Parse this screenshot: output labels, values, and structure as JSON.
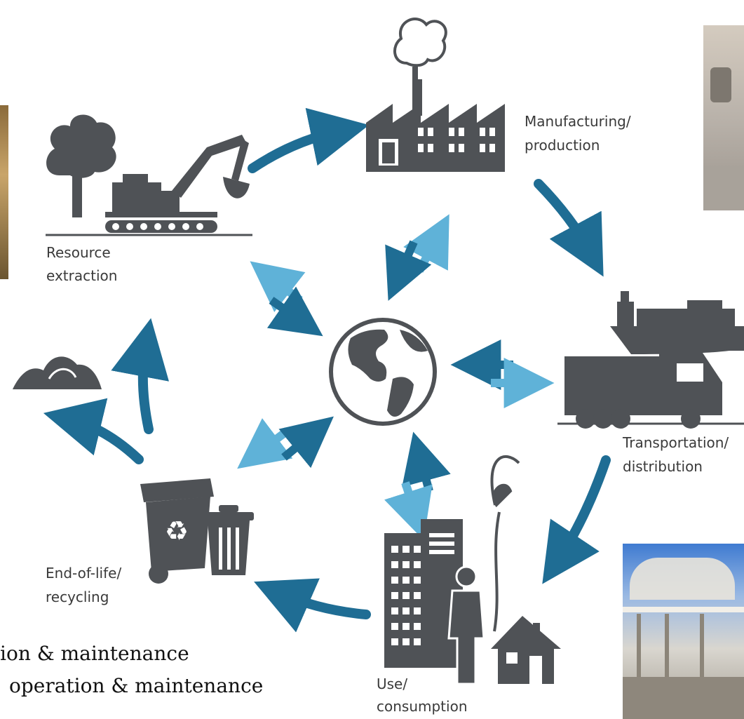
{
  "stages": {
    "manufacturing": {
      "line1": "Manufacturing/",
      "line2": "production"
    },
    "resource": {
      "line1": "Resource",
      "line2": "extraction"
    },
    "transport": {
      "line1": "Transportation/",
      "line2": "distribution"
    },
    "endoflife": {
      "line1": "End-of-life/",
      "line2": "recycling"
    },
    "use": {
      "line1": "Use/",
      "line2": "consumption"
    }
  },
  "overlay_text": {
    "line1": "ion & maintenance",
    "line2": "operation & maintenance"
  },
  "colors": {
    "icon_gray": "#4f5256",
    "arrow_dark": "#1f6d94",
    "arrow_light": "#5fb2d8"
  }
}
